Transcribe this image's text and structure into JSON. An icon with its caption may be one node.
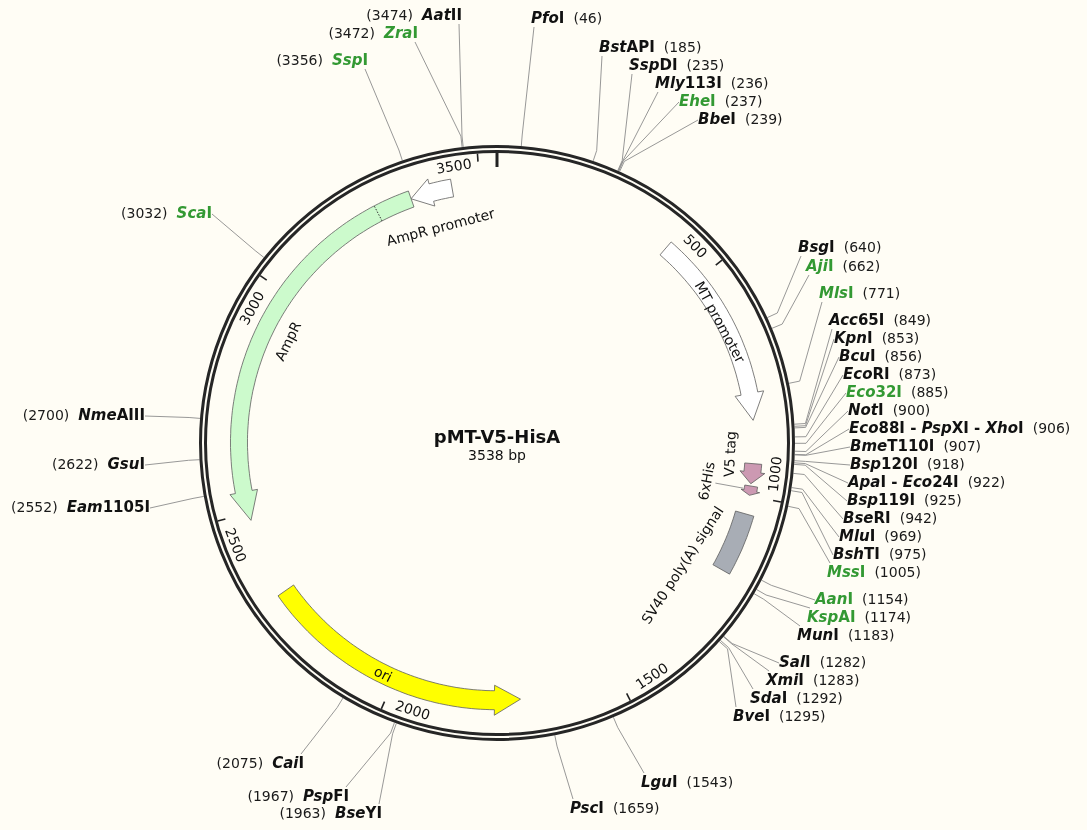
{
  "diagram": {
    "nodes": [
      {
        "text": [
          "pMT-V5-HisA",
          "3538 bp"
        ]
      },
      {
        "text": [
          "AmpR promoter"
        ],
        "in": 0
      },
      {
        "text": [
          "AmpR"
        ],
        "in": 0
      },
      {
        "text": [
          "MT promoter"
        ],
        "in": 0
      },
      {
        "text": [
          "V5 tag"
        ],
        "in": 0
      },
      {
        "text": [
          "6xHis"
        ],
        "in": 0
      },
      {
        "text": [],
        "shape": "arrow",
        "in": 0
      },
      {
        "text": [
          "SV40 poly(A) signal"
        ],
        "in": 0
      },
      {
        "text": [
          "ori"
        ],
        "in": 0
      },
      {
        "text": [
          "(3474)",
          "AatII"
        ]
      },
      {
        "text": [
          "PfoI",
          "(46)"
        ]
      },
      {
        "text": [
          "(3472)",
          "ZraI"
        ]
      },
      {
        "text": [
          "BstAPI",
          "(185)"
        ]
      },
      {
        "text": [
          "(3356)",
          "SspI"
        ]
      },
      {
        "text": [
          "SspDI",
          "(235)"
        ]
      },
      {
        "text": [
          "Mly113I",
          "(236)"
        ]
      },
      {
        "text": [
          "EheI",
          "(237)"
        ]
      },
      {
        "text": [
          "BbeI",
          "(239)"
        ]
      },
      {
        "text": [
          "(3032)",
          "ScaI"
        ]
      },
      {
        "text": [
          "BsgI",
          "(640)"
        ]
      },
      {
        "text": [
          "AjiI",
          "(662)"
        ]
      },
      {
        "text": [
          "MlsI",
          "(771)"
        ]
      },
      {
        "text": [
          "Acc65I",
          "(849)"
        ]
      },
      {
        "text": [
          "KpnI",
          "(853)"
        ]
      },
      {
        "text": [
          "BcuI",
          "(856)"
        ]
      },
      {
        "text": [
          "EcoRI",
          "(873)"
        ]
      },
      {
        "text": [
          "Eco32I",
          "(885)"
        ]
      },
      {
        "text": [
          "NotI",
          "(900)"
        ]
      },
      {
        "text": [
          "(2700)",
          "NmeAIII"
        ]
      },
      {
        "text": [
          "Eco88I - PspXI - XhoI",
          "(906)"
        ]
      },
      {
        "text": [
          "BmeT110I",
          "(907)"
        ]
      },
      {
        "text": [
          "(2622)",
          "GsuI"
        ]
      },
      {
        "text": [
          "Bsp120I",
          "(918)"
        ]
      },
      {
        "text": [
          "ApaI - Eco24I",
          "(922)"
        ]
      },
      {
        "text": [
          "Bsp119I",
          "(925)"
        ]
      },
      {
        "text": [
          "(2552)",
          "Eam1105I"
        ]
      },
      {
        "text": [
          "BseRI",
          "(942)"
        ]
      },
      {
        "text": [
          "MluI",
          "(969)"
        ]
      },
      {
        "text": [
          "BshTI",
          "(975)"
        ]
      },
      {
        "text": [
          "MssI",
          "(1005)"
        ]
      },
      {
        "text": [
          "AanI",
          "(1154)"
        ]
      },
      {
        "text": [
          "KspAI",
          "(1174)"
        ]
      },
      {
        "text": [
          "MunI",
          "(1183)"
        ]
      },
      {
        "text": [
          "SalI",
          "(1282)"
        ]
      },
      {
        "text": [
          "XmiI",
          "(1283)"
        ]
      },
      {
        "text": [
          "SdaI",
          "(1292)"
        ]
      },
      {
        "text": [
          "BveI",
          "(1295)"
        ]
      },
      {
        "text": [
          "(2075)",
          "CaiI"
        ]
      },
      {
        "text": [
          "LguI",
          "(1543)"
        ]
      },
      {
        "text": [
          "(1967)",
          "PspFI"
        ]
      },
      {
        "text": [
          "PscI",
          "(1659)"
        ]
      },
      {
        "text": [
          "(1963)",
          "BseYI"
        ]
      }
    ],
    "edges": [
      {
        "from": 5,
        "to": 6,
        "arrow": "none"
      },
      {
        "from": 9,
        "to": 0,
        "arrow": "none"
      },
      {
        "from": 10,
        "to": 0,
        "arrow": "none"
      },
      {
        "from": 11,
        "to": 0,
        "arrow": "none"
      },
      {
        "from": 12,
        "to": 0,
        "arrow": "none"
      },
      {
        "from": 13,
        "to": 0,
        "arrow": "none"
      },
      {
        "from": 14,
        "to": 0,
        "arrow": "none"
      },
      {
        "from": 15,
        "to": 0,
        "arrow": "none"
      },
      {
        "from": 16,
        "to": 0,
        "arrow": "none"
      },
      {
        "from": 17,
        "to": 0,
        "arrow": "none"
      },
      {
        "from": 18,
        "to": 0,
        "arrow": "none"
      },
      {
        "from": 19,
        "to": 0,
        "arrow": "none"
      },
      {
        "from": 20,
        "to": 0,
        "arrow": "none"
      },
      {
        "from": 21,
        "to": 0,
        "arrow": "none"
      },
      {
        "from": 22,
        "to": 0,
        "arrow": "none"
      },
      {
        "from": 23,
        "to": 0,
        "arrow": "none"
      },
      {
        "from": 24,
        "to": 0,
        "arrow": "none"
      },
      {
        "from": 25,
        "to": 0,
        "arrow": "none"
      },
      {
        "from": 26,
        "to": 0,
        "arrow": "none"
      },
      {
        "from": 27,
        "to": 0,
        "arrow": "none"
      },
      {
        "from": 28,
        "to": 0,
        "arrow": "none"
      },
      {
        "from": 29,
        "to": 0,
        "arrow": "none"
      },
      {
        "from": 30,
        "to": 0,
        "arrow": "none"
      },
      {
        "from": 31,
        "to": 0,
        "arrow": "none"
      },
      {
        "from": 32,
        "to": 0,
        "arrow": "none"
      },
      {
        "from": 33,
        "to": 0,
        "arrow": "none"
      },
      {
        "from": 34,
        "to": 0,
        "arrow": "none"
      },
      {
        "from": 35,
        "to": 0,
        "arrow": "none"
      },
      {
        "from": 36,
        "to": 0,
        "arrow": "none"
      },
      {
        "from": 37,
        "to": 0,
        "arrow": "none"
      },
      {
        "from": 38,
        "to": 0,
        "arrow": "none"
      },
      {
        "from": 39,
        "to": 0,
        "arrow": "none"
      },
      {
        "from": 40,
        "to": 0,
        "arrow": "none"
      },
      {
        "from": 41,
        "to": 0,
        "arrow": "none"
      },
      {
        "from": 42,
        "to": 0,
        "arrow": "none"
      },
      {
        "from": 43,
        "to": 0,
        "arrow": "none"
      },
      {
        "from": 44,
        "to": 0,
        "arrow": "none"
      },
      {
        "from": 45,
        "to": 0,
        "arrow": "none"
      },
      {
        "from": 46,
        "to": 0,
        "arrow": "none"
      },
      {
        "from": 47,
        "to": 0,
        "arrow": "none"
      },
      {
        "from": 48,
        "to": 0,
        "arrow": "none"
      },
      {
        "from": 49,
        "to": 0,
        "arrow": "none"
      },
      {
        "from": 50,
        "to": 0,
        "arrow": "none"
      },
      {
        "from": 51,
        "to": 0,
        "arrow": "none"
      }
    ],
    "labels": [
      "3500",
      "500",
      "3000",
      "1000",
      "2500",
      "1500",
      "2000"
    ]
  }
}
